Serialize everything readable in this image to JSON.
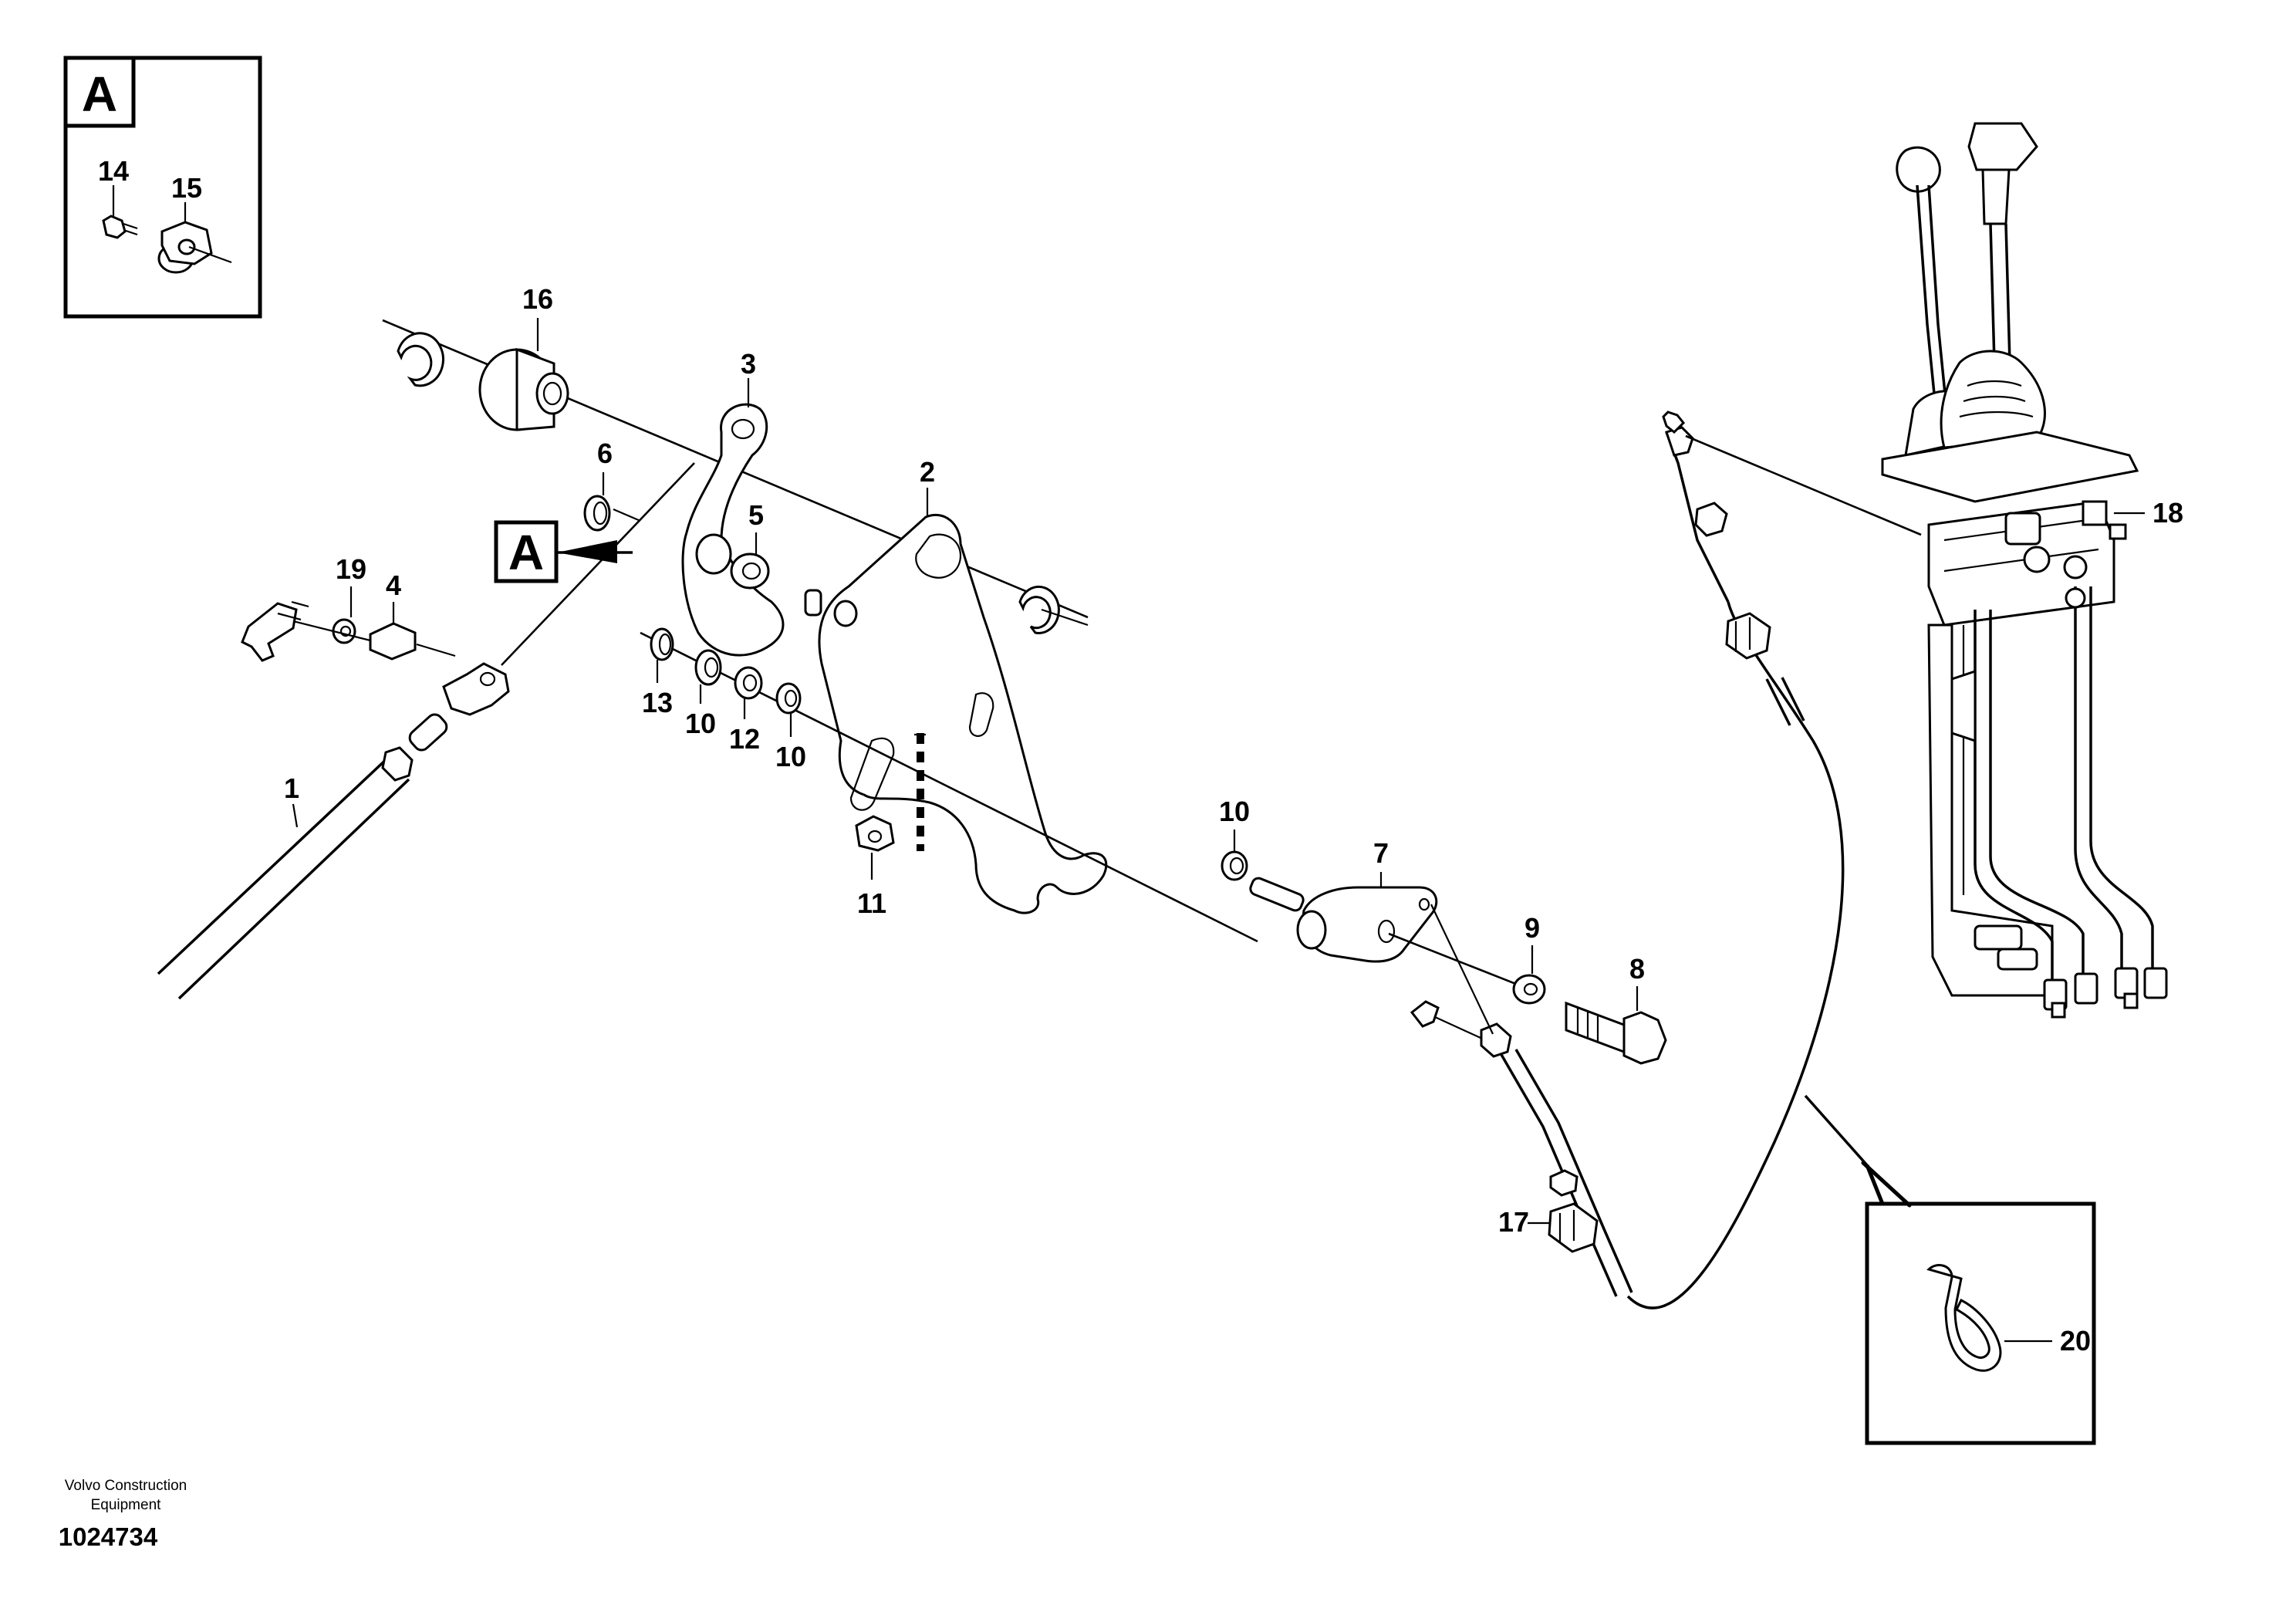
{
  "detail_views": {
    "A": {
      "letter": "A",
      "part_labels": [
        "14",
        "15"
      ]
    },
    "clip": {
      "part_labels": [
        "20"
      ]
    }
  },
  "callout_letter": "A",
  "part_labels": {
    "p1": "1",
    "p2": "2",
    "p3": "3",
    "p4": "4",
    "p5": "5",
    "p6": "6",
    "p7": "7",
    "p8": "8",
    "p9": "9",
    "p10a": "10",
    "p10b": "10",
    "p10c": "10",
    "p11": "11",
    "p12": "12",
    "p13": "13",
    "p16": "16",
    "p17": "17",
    "p18": "18",
    "p19": "19"
  },
  "footer": {
    "maker_line1": "Volvo Construction",
    "maker_line2": "Equipment",
    "doc_number": "1024734"
  }
}
